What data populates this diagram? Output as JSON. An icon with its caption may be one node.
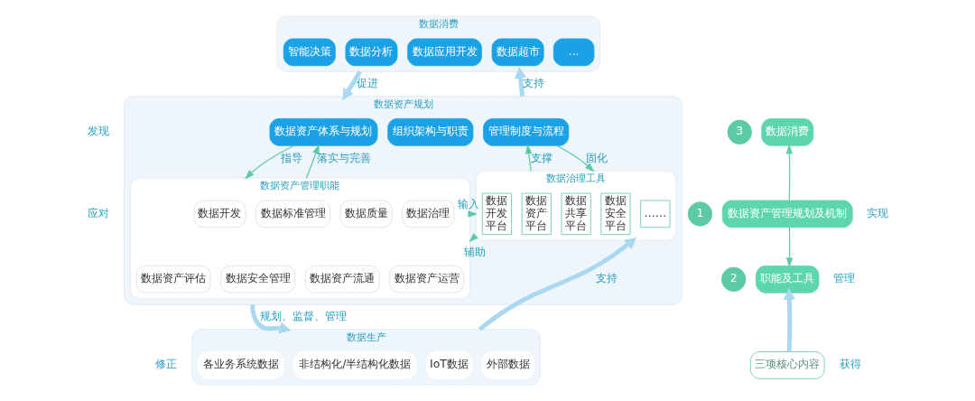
{
  "diagram": {
    "nodes": [
      {
        "text": [
          "数据消费"
        ]
      },
      {
        "text": [
          "智能决策"
        ],
        "in": 0
      },
      {
        "text": [
          "数据分析"
        ],
        "in": 0
      },
      {
        "text": [
          "数据应用开发"
        ],
        "in": 0
      },
      {
        "text": [
          "数据超市"
        ],
        "in": 0
      },
      {
        "text": [
          "..."
        ],
        "in": 0
      },
      {
        "text": [
          "数据资产规划"
        ]
      },
      {
        "text": [
          "数据资产体系与规划"
        ],
        "in": 6
      },
      {
        "text": [
          "组织架构与职责"
        ],
        "in": 6
      },
      {
        "text": [
          "管理制度与流程"
        ],
        "in": 6
      },
      {
        "text": [
          "数据资产管理职能"
        ],
        "in": 6
      },
      {
        "text": [
          "数据开发"
        ],
        "in": 10
      },
      {
        "text": [
          "数据标准管理"
        ],
        "in": 10
      },
      {
        "text": [
          "数据质量"
        ],
        "in": 10
      },
      {
        "text": [
          "数据治理"
        ],
        "in": 10
      },
      {
        "text": [
          "数据资产评估"
        ],
        "in": 10
      },
      {
        "text": [
          "数据安全管理"
        ],
        "in": 10
      },
      {
        "text": [
          "数据资产流通"
        ],
        "in": 10
      },
      {
        "text": [
          "数据资产运营"
        ],
        "in": 10
      },
      {
        "text": [
          "数据治理工具"
        ],
        "in": 6
      },
      {
        "text": [
          "数据开发平台"
        ],
        "in": 19
      },
      {
        "text": [
          "数据资产平台"
        ],
        "in": 19
      },
      {
        "text": [
          "数据共享平台"
        ],
        "in": 19
      },
      {
        "text": [
          "数据安全平台"
        ],
        "in": 19
      },
      {
        "text": [
          "……"
        ],
        "in": 19
      },
      {
        "text": [
          "数据生产"
        ]
      },
      {
        "text": [
          "各业务系统数据"
        ],
        "in": 25
      },
      {
        "text": [
          "非结构化/半结构化数据"
        ],
        "in": 25
      },
      {
        "text": [
          "IoT数据"
        ],
        "in": 25
      },
      {
        "text": [
          "外部数据"
        ],
        "in": 25
      },
      {
        "text": [
          "3"
        ]
      },
      {
        "text": [
          "数据消费"
        ]
      },
      {
        "text": [
          "1"
        ]
      },
      {
        "text": [
          "数据资产管理规划及机制"
        ]
      },
      {
        "text": [
          "2"
        ]
      },
      {
        "text": [
          "职能及工具"
        ]
      },
      {
        "text": [
          "三项核心内容"
        ]
      }
    ],
    "edges": [
      {
        "from": 0,
        "to": 6,
        "arrow": "to",
        "label": "促进",
        "style": "thick",
        "color": "#a9d8f0"
      },
      {
        "from": 6,
        "to": 0,
        "arrow": "to",
        "label": "支持",
        "style": "thick",
        "color": "#a9d8f0"
      },
      {
        "from": 7,
        "to": 10,
        "arrow": "to",
        "label": "指导"
      },
      {
        "from": 10,
        "to": 7,
        "arrow": "to",
        "label": "落实与完善"
      },
      {
        "from": 19,
        "to": 9,
        "arrow": "to",
        "label": "支撑"
      },
      {
        "from": 9,
        "to": 19,
        "arrow": "to",
        "label": "固化"
      },
      {
        "from": 10,
        "to": 19,
        "arrow": "to",
        "label": "输入"
      },
      {
        "from": 19,
        "to": 10,
        "arrow": "to",
        "label": "辅助"
      },
      {
        "from": 6,
        "to": 25,
        "arrow": "to",
        "label": "规划、监督、管理",
        "style": "thick",
        "color": "#a9d8f0"
      },
      {
        "from": 25,
        "to": 19,
        "arrow": "to",
        "label": "支持",
        "style": "thick",
        "color": "#a9d8f0"
      },
      {
        "from": 33,
        "to": 31,
        "arrow": "to"
      },
      {
        "from": 33,
        "to": 35,
        "arrow": "to"
      },
      {
        "from": 36,
        "to": 35,
        "arrow": "to",
        "style": "thick",
        "color": "#a9d8f0"
      }
    ],
    "labels": [
      "发现",
      "应对",
      "修正",
      "实现",
      "管理",
      "获得"
    ]
  }
}
